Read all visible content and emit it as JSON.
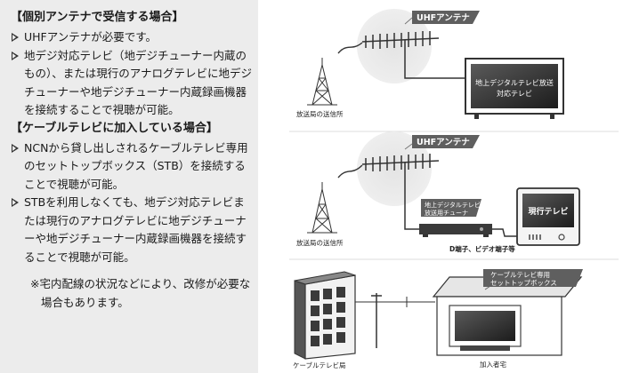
{
  "text_panel": {
    "section1": {
      "heading": "【個別アンテナで受信する場合】",
      "items": [
        "UHFアンテナが必要です。",
        "地デジ対応テレビ（地デジチューナー内蔵のもの）、または現行のアナログテレビに地デジチューナーや地デジチューナー内蔵録画機器を接続することで視聴が可能。"
      ]
    },
    "section2": {
      "heading": "【ケーブルテレビに加入している場合】",
      "items": [
        "NCNから貸し出しされるケーブルテレビ専用のセットトップボックス（STB）を接続することで視聴が可能。",
        "STBを利用しなくても、地デジ対応テレビまたは現行のアナログテレビに地デジチューナーや地デジチューナー内蔵録画機器を接続することで視聴が可能。"
      ],
      "note": "※宅内配線の状況などにより、改修が必要な場合もあります。"
    }
  },
  "diagram": {
    "scene1": {
      "antenna_label": "UHFアンテナ",
      "tv_screen_lines": [
        "地上デジタルテレビ放送",
        "対応テレビ"
      ],
      "tower_label": "放送局の送信所"
    },
    "scene2": {
      "antenna_label": "UHFアンテナ",
      "tuner_label_lines": [
        "地上デジタルテレビ",
        "放送用チューナ"
      ],
      "tv_screen_label": "現行テレビ",
      "tower_label": "放送局の送信所",
      "terminal_label": "D端子、ビデオ端子等"
    },
    "scene3": {
      "stb_label_lines": [
        "ケーブルテレビ専用",
        "セットトップボックス"
      ],
      "station_label": "ケーブルテレビ局",
      "home_label": "加入者宅"
    }
  }
}
